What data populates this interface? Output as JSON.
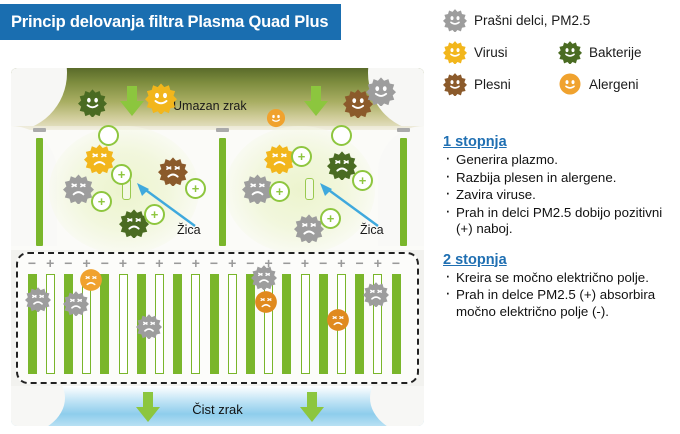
{
  "title": "Princip delovanja filtra Plasma Quad Plus",
  "legend": {
    "items": [
      {
        "label": "Prašni delci, PM2.5",
        "icon": "dust-particle-icon",
        "color": "#9d9d9d",
        "shape": "blob"
      },
      {
        "label": "Virusi",
        "icon": "virus-icon",
        "color": "#f2b61c",
        "shape": "blob"
      },
      {
        "label": "Bakterije",
        "icon": "bacteria-icon",
        "color": "#4a6b22",
        "shape": "blob"
      },
      {
        "label": "Plesni",
        "icon": "mold-icon",
        "color": "#8b5a2b",
        "shape": "blob"
      },
      {
        "label": "Alergeni",
        "icon": "allergen-icon",
        "color": "#f0a22e",
        "shape": "circle"
      }
    ]
  },
  "diagram": {
    "dirty_air_label": "Umazan zrak",
    "clean_air_label": "Čist zrak",
    "wire_label_left": "Žica",
    "wire_label_right": "Žica",
    "collector_signs": [
      "−",
      "+",
      "−",
      "+",
      "−",
      "+",
      "−",
      "+",
      "−",
      "+",
      "−",
      "+",
      "−",
      "+",
      "−",
      "+",
      "−",
      "+",
      "−",
      "+",
      "−"
    ],
    "accent_green": "#7ab62b",
    "accent_blue": "#1f6fb2",
    "arrow_color": "#8cc63e"
  },
  "stages": [
    {
      "heading": "1 stopnja",
      "bullets": [
        "Generira plazmo.",
        "Razbija plesen in alergene.",
        "Zavira viruse.",
        "Prah in delci PM2.5 dobijo pozitivni (+) naboj."
      ]
    },
    {
      "heading": "2 stopnja",
      "bullets": [
        "Kreira se močno električno polje.",
        "Prah in delce PM2.5 (+) absorbira močno električno polje (-)."
      ]
    }
  ]
}
